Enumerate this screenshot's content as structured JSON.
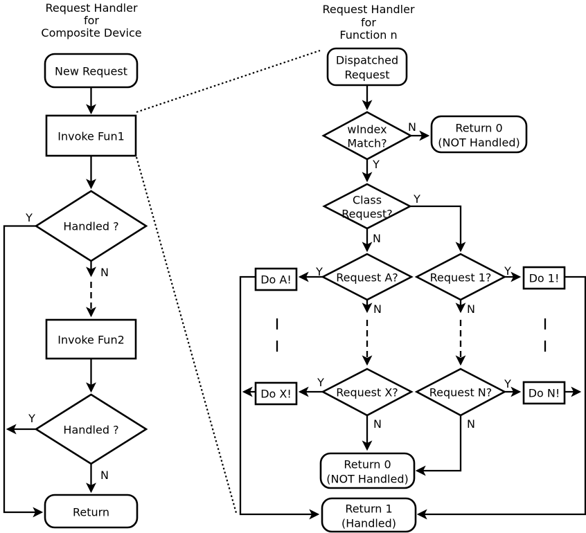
{
  "colors": {
    "ink": "#000000",
    "background": "#ffffff"
  },
  "branch_labels": {
    "yes": "Y",
    "no": "N"
  },
  "left_chart": {
    "title_lines": [
      "Request Handler",
      "for",
      "Composite Device"
    ],
    "nodes": {
      "new_request": "New Request",
      "invoke_fun1": "Invoke Fun1",
      "handled_1": "Handled ?",
      "invoke_fun2": "Invoke Fun2",
      "handled_2": "Handled ?",
      "return": "Return"
    }
  },
  "right_chart": {
    "title_lines": [
      "Request Handler",
      "for",
      "Function n"
    ],
    "nodes": {
      "dispatched_request_lines": [
        "Dispatched",
        "Request"
      ],
      "windex_match_lines": [
        "wIndex",
        "Match?"
      ],
      "return_0_top_lines": [
        "Return 0",
        "(NOT Handled)"
      ],
      "class_request_lines": [
        "Class",
        "Request?"
      ],
      "request_a": "Request A?",
      "request_1": "Request 1?",
      "do_a": "Do A!",
      "do_1": "Do 1!",
      "request_x": "Request X?",
      "request_n": "Request N?",
      "do_x": "Do X!",
      "do_n": "Do N!",
      "return_0_bottom_lines": [
        "Return 0",
        "(NOT Handled)"
      ],
      "return_1_lines": [
        "Return 1",
        "(Handled)"
      ]
    }
  }
}
